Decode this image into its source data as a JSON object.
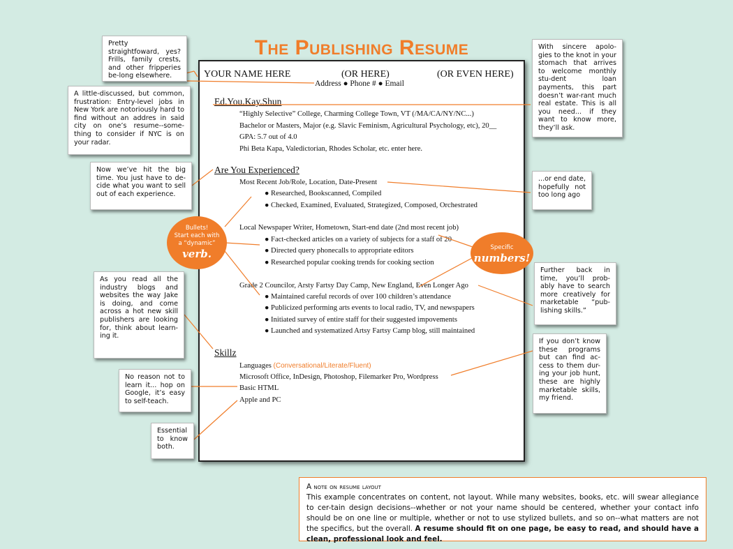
{
  "title": "The Publishing Resume",
  "resume": {
    "name": "YOUR  NAME  HERE",
    "name_alt1": "(OR  HERE)",
    "name_alt2": "(OR  EVEN  HERE)",
    "contact": "Address ● Phone # ● Email",
    "education": {
      "heading": "Ed.You.Kay.Shun",
      "lines": [
        "“Highly Selective” College, Charming College Town, VT (/MA/CA/NY/NC...)",
        "Bachelor or Masters, Major (e.g. Slavic Feminism, Agricultural Psychology, etc), 20__",
        "GPA: 5.7 out of 4.0",
        "Phi Beta Kapa, Valedictorian, Rhodes Scholar, etc. enter here."
      ]
    },
    "experience": {
      "heading": "Are You Experienced?",
      "jobs": [
        {
          "title": "Most Recent Job/Role, Location, Date-Present",
          "bullets": [
            "● Researched, Bookscanned, Compiled",
            "● Checked, Examined, Evaluated, Strategized, Composed, Orchestrated"
          ]
        },
        {
          "title": "Local Newspaper Writer, Hometown, Start-end date (2nd most recent job)",
          "bullets": [
            "● Fact-checked articles on a variety of subjects for a staff of 20",
            "● Directed query phonecalls to appropriate editors",
            "● Researched popular cooking trends for cooking section"
          ]
        },
        {
          "title": "Grade 2 Councilor, Arsty Fartsy Day Camp, New England, Even Longer Ago",
          "bullets": [
            "● Maintained careful records of over 100 children’s attendance",
            "● Publicized performing arts events to local radio, TV, and newspapers",
            "● Initiated survey of entire staff for their suggested impovements",
            "● Launched and systematized Artsy Fartsy Camp blog, still maintained"
          ]
        }
      ]
    },
    "skills": {
      "heading": "Skillz",
      "languages": "Languages",
      "languages_note": "(Conversational/Literate/Fluent)",
      "software": "Microsoft Office, InDesign, Photoshop, Filemarker Pro, Wordpress",
      "html": "Basic HTML",
      "platforms": "Apple and PC"
    }
  },
  "notes": {
    "frills": "Pretty straightfoward, yes? Frills, family crests, and other fripperies be-long elsewhere.",
    "address": "A little-discussed, but common, frustration: Entry-level jobs in New York are notoriously hard to find without an addres in said city on one’s resume--some-thing to consider if NYC is on your radar.",
    "education": "With sincere apolo-gies to the knot in your stomach that arrives to welcome monthly stu-dent loan payments, this part doesn’t war-rant much real estate. This is all you need... if they want to know more, they’ll ask.",
    "big_time": "Now we’ve hit the big time. You just have to de-cide what you want to sell out of each experience.",
    "end_date": "...or end date, hopefully not too long ago",
    "further_back": "Further back in time, you’ll prob-ably have to search more creatively for marketable “pub-lishing skills.”",
    "blogs": "As you read all the industry blogs and websites the way Jake is doing, and come across a hot new skill publishers are looking for, think about learn-ing it.",
    "programs": "If you don’t know these programs but can find ac-cess to them dur-ing your job hunt, these are highly marketable skills, my friend.",
    "self_teach": "No reason not to learn it... hop on Google, it’s easy to self-teach.",
    "essential": "Essential to know both."
  },
  "bubbles": {
    "bullets_small": [
      "Bullets!",
      "Start each with",
      "a “dynamic”"
    ],
    "bullets_big": "verb.",
    "numbers_small": "Specific",
    "numbers_big": "numbers!"
  },
  "bottom_note": {
    "heading": "A note on resume layout",
    "body": "This example concentrates on content, not layout. While many websites, books, etc. will swear allegiance to cer-tain design decisions--whether or not your name should be centered, whether your contact info should be on one line or multiple, whether or not to use stylized bullets, and so on--what matters are not the specifics, but the overall.",
    "emphasis": "A resume should fit on one page, be easy to read, and should have a clean, professional look and feel."
  },
  "colors": {
    "accent": "#f07d2a",
    "background": "#d3ebe3"
  }
}
